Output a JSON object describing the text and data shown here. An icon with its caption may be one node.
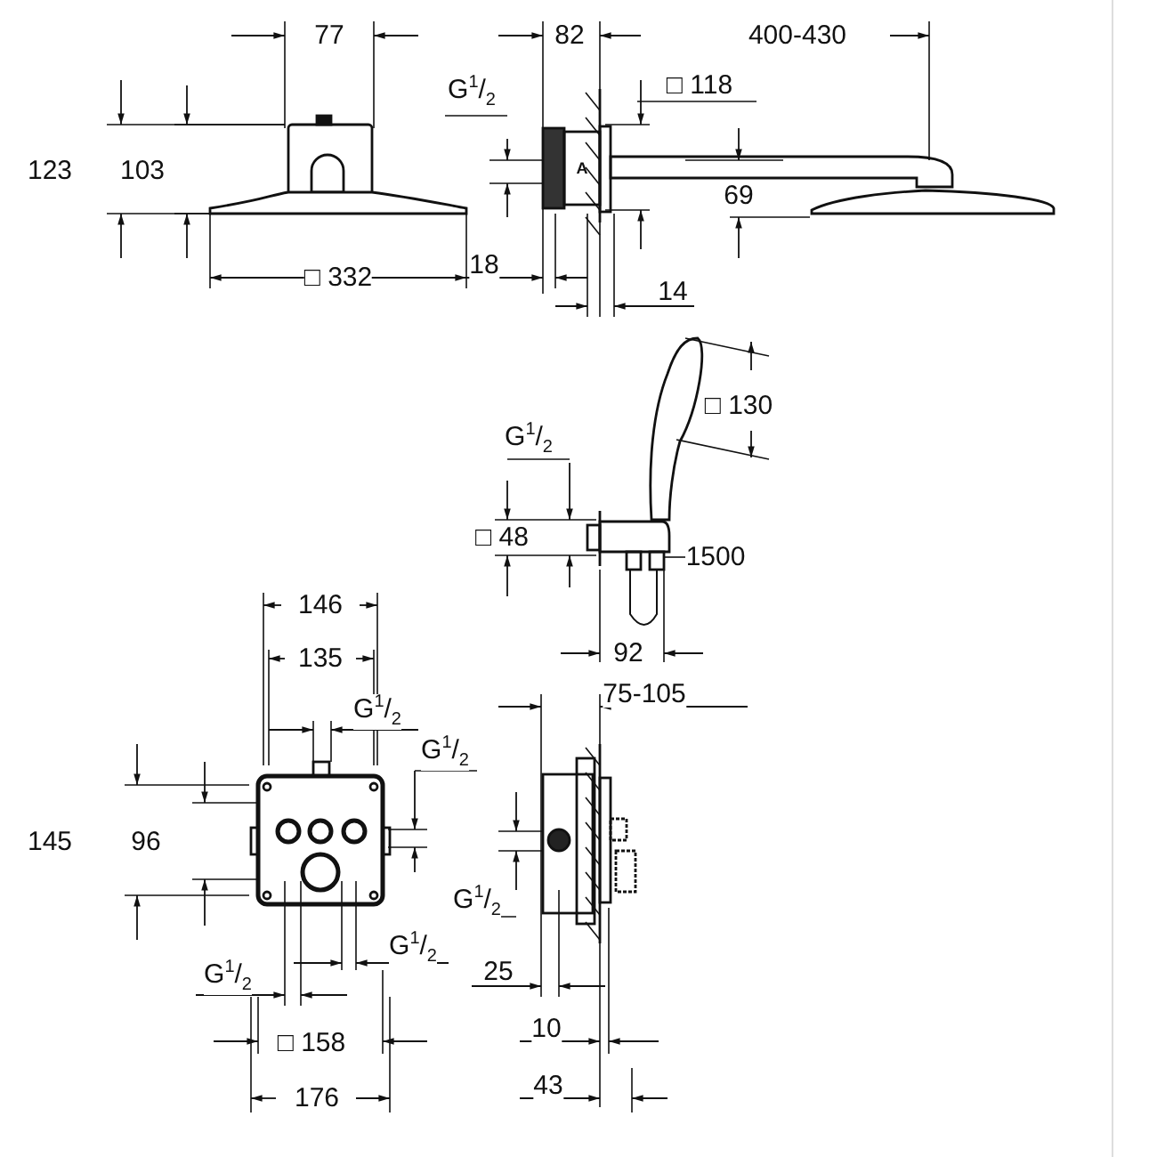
{
  "diagram": {
    "labels": [
      "77",
      "82",
      "400-430",
      "G$^{1}$/$_{2}$",
      "□ 118",
      "123",
      "103",
      "A",
      "69",
      "□ 332",
      "18",
      "14",
      "□ 130",
      "G$^{1}$/$_{2}$",
      "□ 48",
      "1500",
      "92",
      "146",
      "135",
      "G$^{1}$/$_{2}$",
      "G$^{1}$/$_{2}$",
      "75-105",
      "145",
      "96",
      "G$^{1}$/$_{2}$",
      "G$^{1}$/$_{2}$",
      "G$^{1}$/$_{2}$",
      "25",
      "□ 158",
      "10",
      "176",
      "43"
    ]
  }
}
